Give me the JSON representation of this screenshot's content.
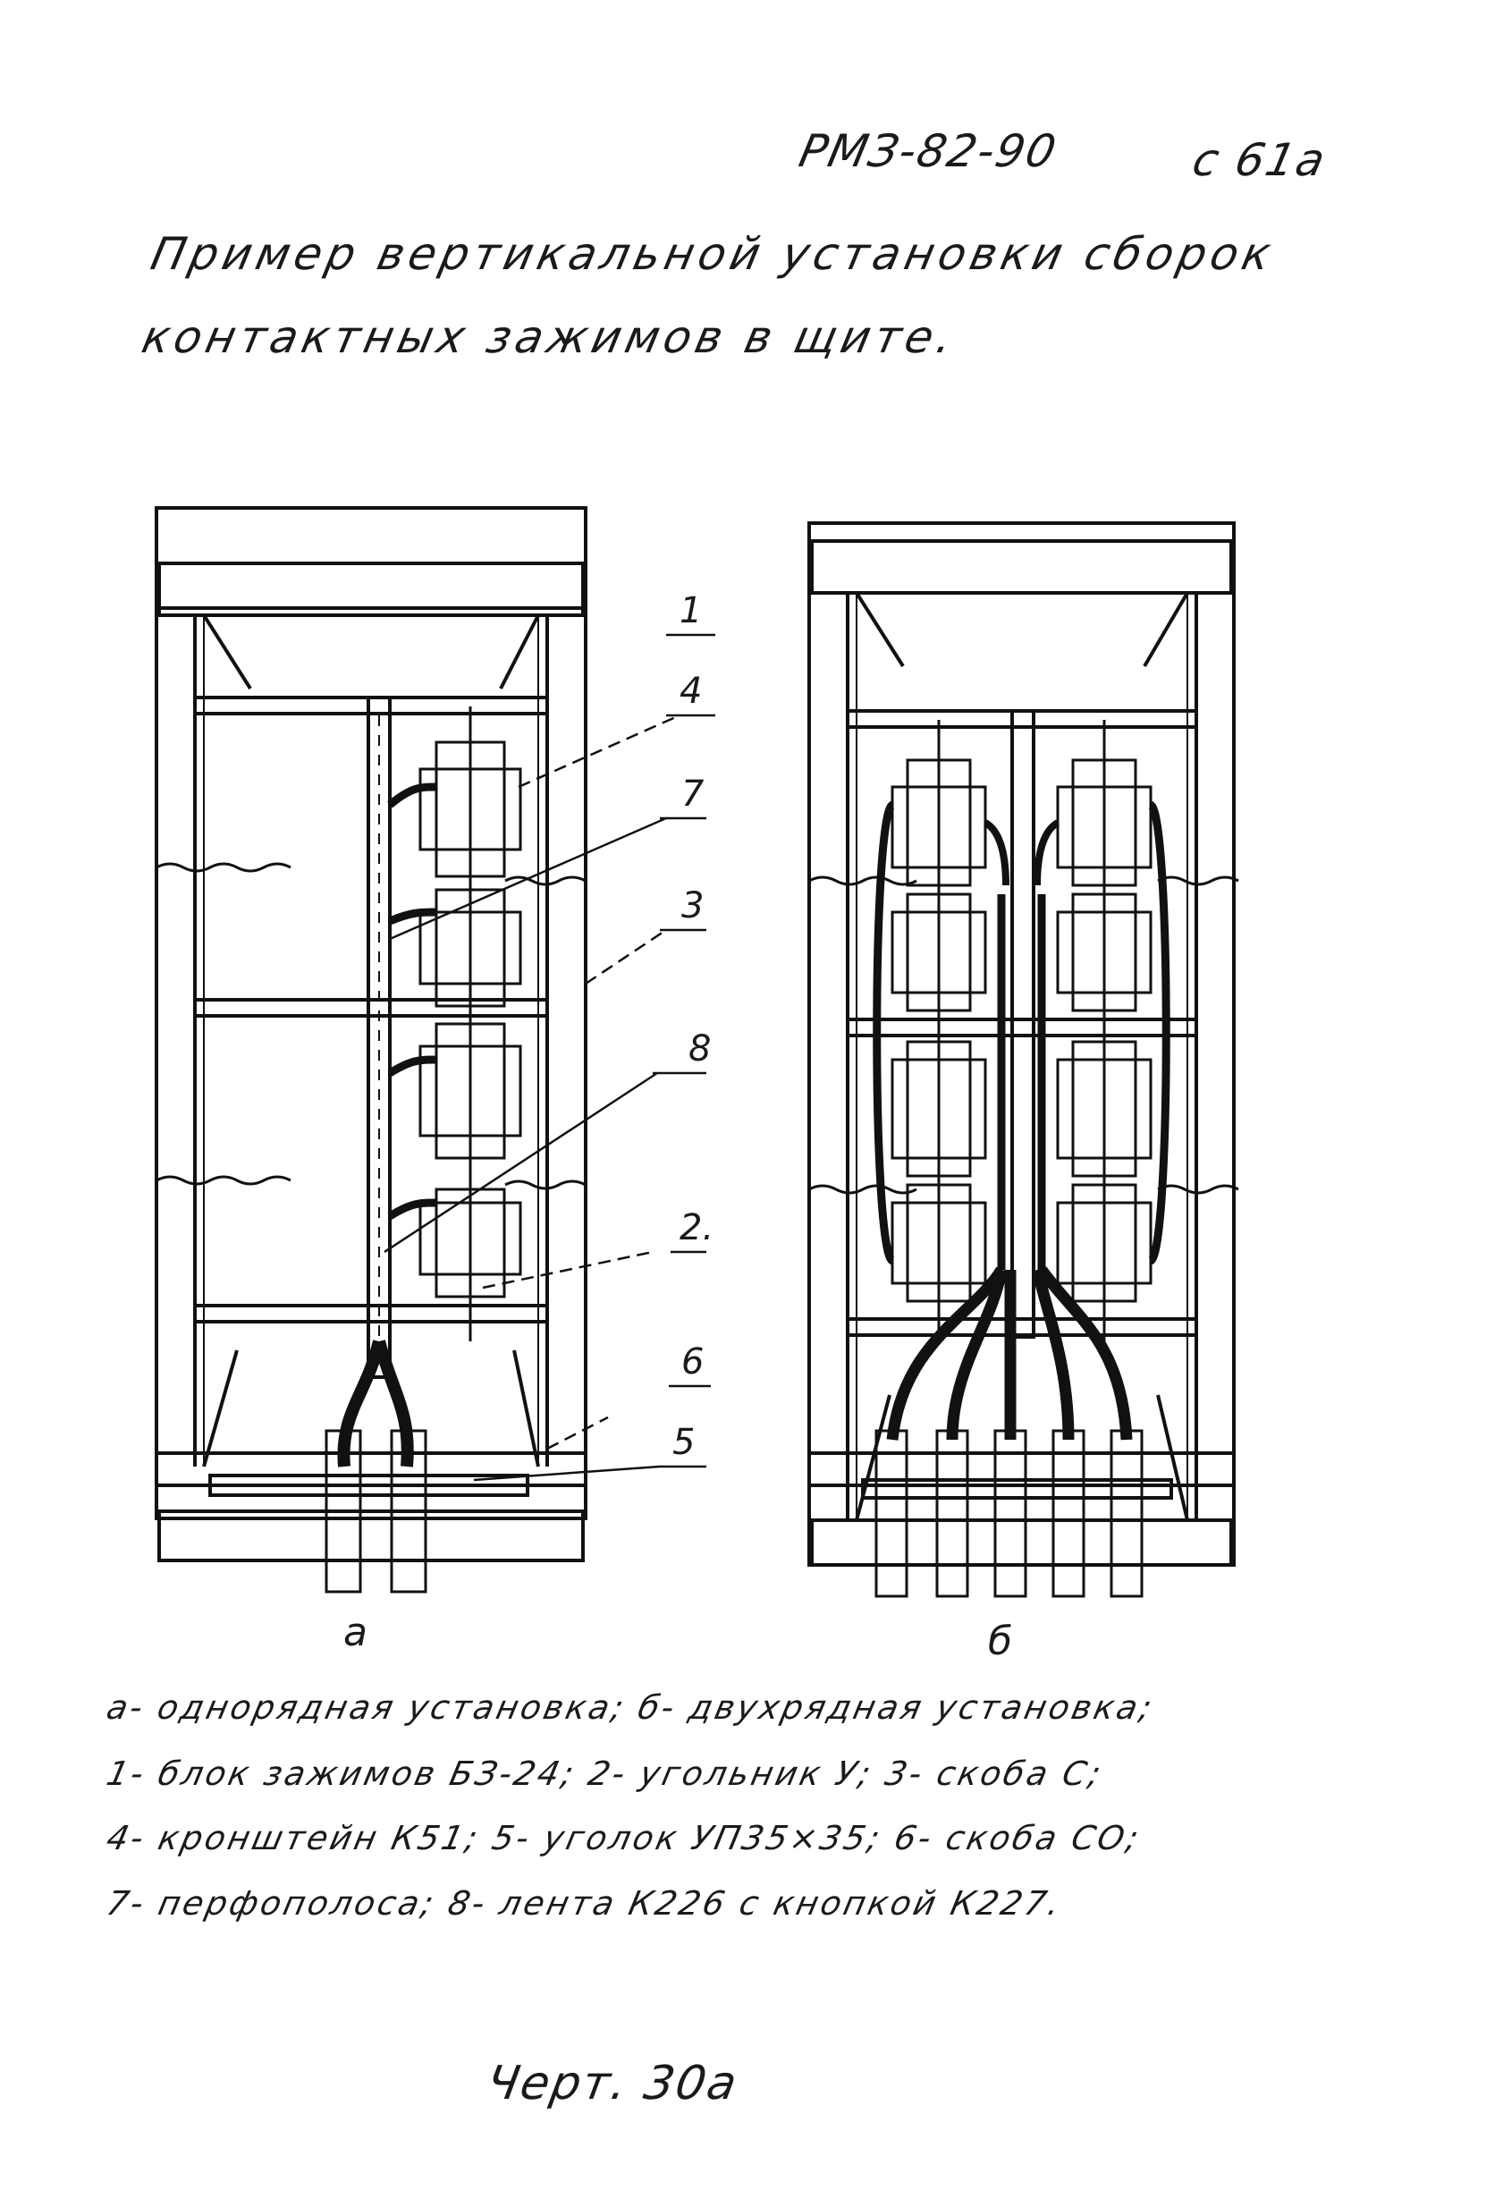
{
  "header": {
    "doc_code": "РМЗ-82-90",
    "page": "с 61а"
  },
  "title": {
    "line1": "Пример вертикальной установки сборок",
    "line2": "контактных зажимов в щите."
  },
  "callouts": {
    "c1": "1",
    "c4": "4",
    "c7": "7",
    "c3": "3",
    "c8": "8",
    "c2": "2.",
    "c6": "6",
    "c5": "5"
  },
  "captions": {
    "a": "а",
    "b": "б"
  },
  "legend": {
    "line1": "а- однорядная установка; б- двухрядная установка;",
    "line2": "1- блок зажимов БЗ-24; 2- угольник У; 3- скоба С;",
    "line3": "4- кронштейн К51; 5- уголок УП35×35; 6- скоба СО;",
    "line4": "7- перфополоса; 8- лента К226 с кнопкой К227."
  },
  "figure": {
    "label": "Черт. 30а"
  }
}
